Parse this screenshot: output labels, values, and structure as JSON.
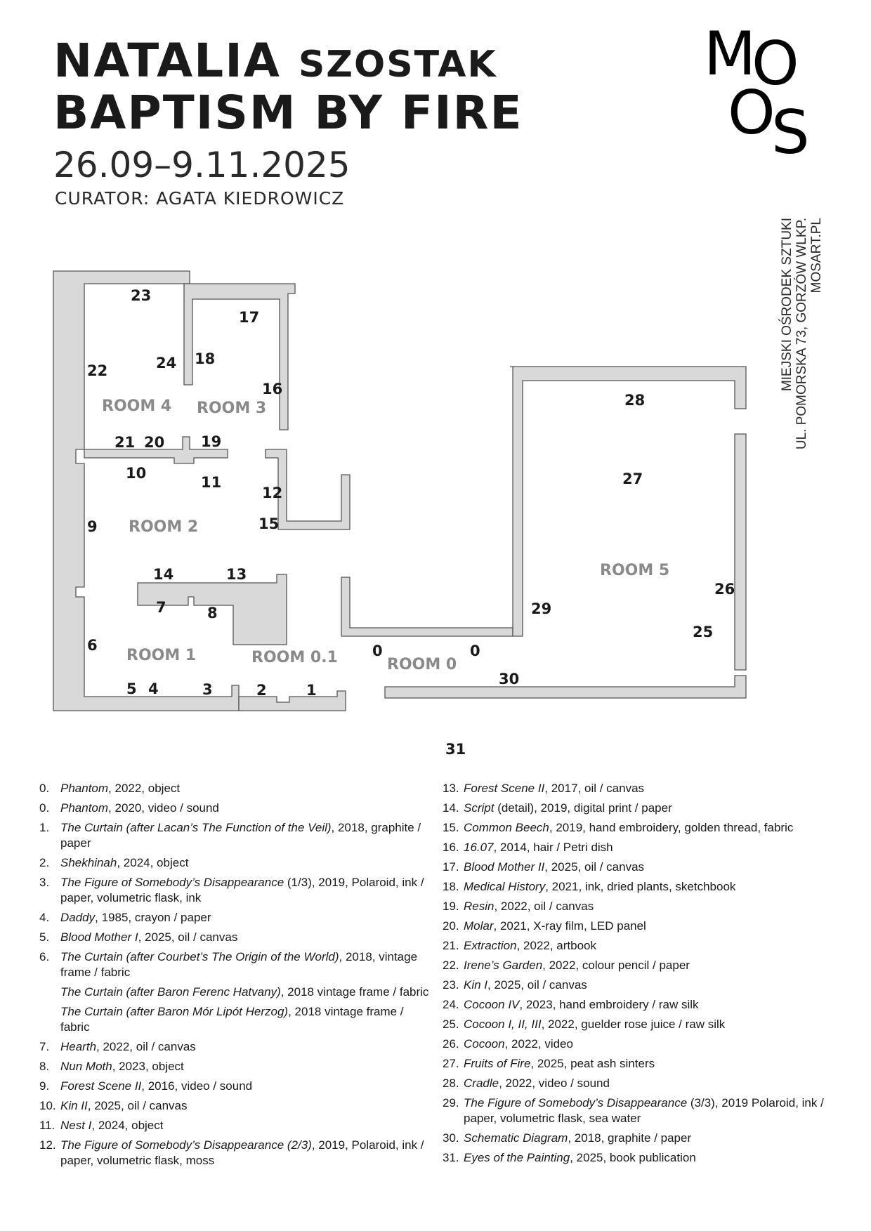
{
  "header": {
    "artist_first": "NATALIA",
    "artist_last": "SZOSTAK",
    "exhibition_title": "BAPTISM BY FIRE",
    "dates": "26.09–9.11.2025",
    "curator": "CURATOR: AGATA KIEDROWICZ"
  },
  "logo": {
    "letters": [
      "M",
      "O",
      "O",
      "S"
    ]
  },
  "address": {
    "line1": "MIEJSKI OŚRODEK SZTUKI",
    "line2": "UL. POMORSKA 73, GORZÓW WLKP.",
    "line3": "MOSART.PL"
  },
  "floorplan": {
    "rooms": {
      "room4": "ROOM 4",
      "room3": "ROOM 3",
      "room2": "ROOM 2",
      "room1": "ROOM 1",
      "room01": "ROOM 0.1",
      "room0": "ROOM 0",
      "room5": "ROOM 5"
    },
    "numbers": {
      "n23": "23",
      "n17": "17",
      "n22": "22",
      "n24": "24",
      "n18": "18",
      "n16": "16",
      "n21": "21",
      "n20": "20",
      "n19": "19",
      "n10": "10",
      "n11": "11",
      "n12": "12",
      "n9": "9",
      "n15": "15",
      "n14": "14",
      "n13": "13",
      "n7": "7",
      "n8": "8",
      "n6": "6",
      "n5": "5",
      "n4": "4",
      "n3": "3",
      "n2": "2",
      "n1": "1",
      "n0a": "0",
      "n0b": "0",
      "n30": "30",
      "n29": "29",
      "n28": "28",
      "n27": "27",
      "n26": "26",
      "n25": "25",
      "n31": "31"
    }
  },
  "works_left": [
    {
      "num": "0.",
      "title": "Phantom",
      "rest": ", 2022, object"
    },
    {
      "num": "0.",
      "title": "Phantom",
      "rest": ", 2020, video / sound"
    },
    {
      "num": "1.",
      "title": "The Curtain (after Lacan’s The Function of the Veil)",
      "rest": ", 2018, graphite / paper"
    },
    {
      "num": "2.",
      "title": "Shekhinah",
      "rest": ", 2024, object"
    },
    {
      "num": "3.",
      "title": "The Figure of Somebody’s Disappearance",
      "rest": " (1/3), 2019, Polaroid, ink / paper, volumetric flask, ink"
    },
    {
      "num": "4.",
      "title": "Daddy",
      "rest": ", 1985, crayon / paper"
    },
    {
      "num": "5.",
      "title": "Blood Mother I",
      "rest": ", 2025, oil / canvas"
    },
    {
      "num": "6.",
      "title": "The Curtain (after Courbet’s The Origin of the World)",
      "rest": ", 2018, vintage frame / fabric"
    },
    {
      "num": "",
      "title": "The Curtain (after Baron Ferenc Hatvany)",
      "rest": ", 2018 vintage frame / fabric"
    },
    {
      "num": "",
      "title": "The Curtain (after Baron Mór Lipót Herzog)",
      "rest": ", 2018 vintage frame / fabric"
    },
    {
      "num": "7.",
      "title": "Hearth",
      "rest": ", 2022, oil / canvas"
    },
    {
      "num": "8.",
      "title": "Nun Moth",
      "rest": ", 2023, object"
    },
    {
      "num": "9.",
      "title": "Forest Scene II",
      "rest": ", 2016, video / sound"
    },
    {
      "num": "10.",
      "title": "Kin II",
      "rest": ", 2025, oil / canvas"
    },
    {
      "num": "11.",
      "title": "Nest I",
      "rest": ", 2024, object"
    },
    {
      "num": "12.",
      "title": "The Figure of Somebody’s Disappearance (2/3)",
      "rest": ", 2019, Polaroid, ink / paper, volumetric flask, moss"
    }
  ],
  "works_right": [
    {
      "num": "13.",
      "title": "Forest Scene II",
      "rest": ", 2017, oil / canvas"
    },
    {
      "num": "14.",
      "title": "Script",
      "rest": " (detail), 2019, digital print / paper"
    },
    {
      "num": "15.",
      "title": "Common Beech",
      "rest": ", 2019, hand embroidery, golden thread, fabric"
    },
    {
      "num": "16.",
      "title": "16.07",
      "rest": ", 2014, hair / Petri dish"
    },
    {
      "num": "17.",
      "title": "Blood Mother II",
      "rest": ", 2025, oil / canvas"
    },
    {
      "num": "18.",
      "title": "Medical History",
      "rest": ", 2021, ink, dried plants, sketchbook"
    },
    {
      "num": "19.",
      "title": "Resin",
      "rest": ", 2022, oil / canvas"
    },
    {
      "num": "20.",
      "title": "Molar",
      "rest": ", 2021, X-ray film, LED panel"
    },
    {
      "num": "21.",
      "title": "Extraction",
      "rest": ", 2022, artbook"
    },
    {
      "num": "22.",
      "title": "Irene’s Garden",
      "rest": ", 2022, colour pencil / paper"
    },
    {
      "num": "23.",
      "title": "Kin I",
      "rest": ", 2025, oil / canvas"
    },
    {
      "num": "24.",
      "title": "Cocoon IV",
      "rest": ", 2023, hand embroidery / raw silk"
    },
    {
      "num": "25.",
      "title": "Cocoon I, II, III",
      "rest": ", 2022, guelder rose juice / raw silk"
    },
    {
      "num": "26.",
      "title": "Cocoon",
      "rest": ", 2022, video"
    },
    {
      "num": "27.",
      "title": "Fruits of Fire",
      "rest": ", 2025, peat ash sinters"
    },
    {
      "num": "28.",
      "title": "Cradle",
      "rest": ", 2022, video / sound"
    },
    {
      "num": "29.",
      "title": "The Figure of Somebody’s Disappearance",
      "rest": " (3/3), 2019 Polaroid, ink / paper, volumetric flask, sea water"
    },
    {
      "num": "30.",
      "title": "Schematic Diagram",
      "rest": ", 2018, graphite / paper"
    },
    {
      "num": "31.",
      "title": "Eyes of the Painting",
      "rest": ", 2025, book publication"
    }
  ]
}
